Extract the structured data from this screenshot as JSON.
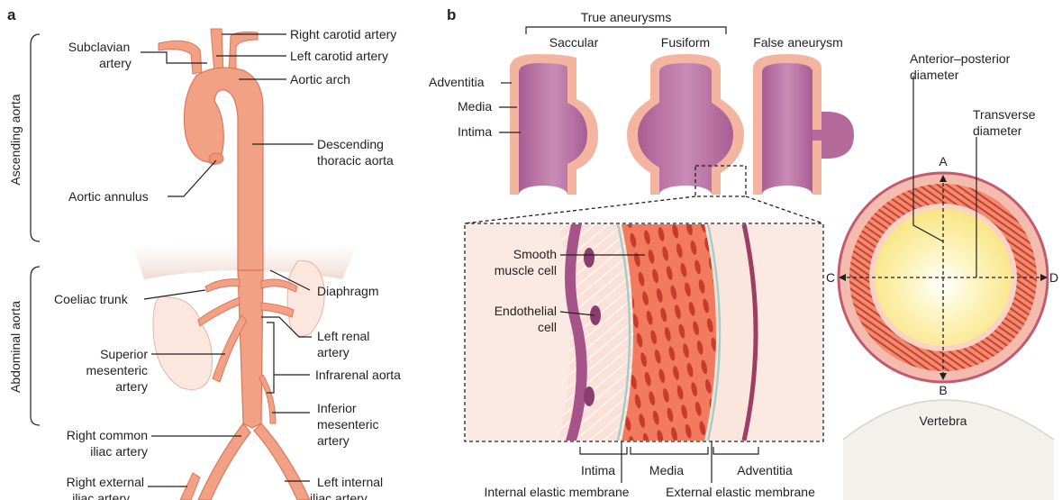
{
  "panel_a": {
    "letter": "a",
    "labels": {
      "ascending_aorta": "Ascending aorta",
      "abdominal_aorta": "Abdominal aorta",
      "subclavian_artery_l1": "Subclavian",
      "subclavian_artery_l2": "artery",
      "right_carotid_artery": "Right carotid artery",
      "left_carotid_artery": "Left carotid artery",
      "aortic_arch": "Aortic arch",
      "descending_thoracic_l1": "Descending",
      "descending_thoracic_l2": "thoracic aorta",
      "aortic_annulus": "Aortic annulus",
      "coeliac_trunk": "Coeliac trunk",
      "diaphragm": "Diaphragm",
      "left_renal_l1": "Left renal",
      "left_renal_l2": "artery",
      "superior_mesenteric_l1": "Superior",
      "superior_mesenteric_l2": "mesenteric",
      "superior_mesenteric_l3": "artery",
      "infrarenal_aorta": "Infrarenal aorta",
      "inferior_mesenteric_l1": "Inferior",
      "inferior_mesenteric_l2": "mesenteric",
      "inferior_mesenteric_l3": "artery",
      "right_common_iliac_l1": "Right common",
      "right_common_iliac_l2": "iliac artery",
      "right_external_iliac_l1": "Right external",
      "right_external_iliac_l2": "iliac artery",
      "left_internal_iliac_l1": "Left internal",
      "left_internal_iliac_l2": "iliac artery"
    }
  },
  "panel_b": {
    "letter": "b",
    "labels": {
      "true_aneurysms": "True aneurysms",
      "saccular": "Saccular",
      "fusiform": "Fusiform",
      "false_aneurysm": "False aneurysm",
      "adventitia": "Adventitia",
      "media": "Media",
      "intima": "Intima",
      "smooth_muscle_l1": "Smooth",
      "smooth_muscle_l2": "muscle cell",
      "endothelial_l1": "Endothelial",
      "endothelial_l2": "cell",
      "bottom_intima": "Intima",
      "bottom_media": "Media",
      "bottom_adventitia": "Adventitia",
      "internal_elastic_membrane": "Internal elastic membrane",
      "external_elastic_membrane": "External elastic membrane"
    }
  },
  "panel_c": {
    "labels": {
      "ap_diameter_l1": "Anterior–posterior",
      "ap_diameter_l2": "diameter",
      "transverse_l1": "Transverse",
      "transverse_l2": "diameter",
      "point_a": "A",
      "point_b": "B",
      "point_c": "C",
      "point_d": "D",
      "vertebra": "Vertebra"
    }
  },
  "colors": {
    "artery_fill": "#f2a184",
    "artery_edge": "#d9785d",
    "vessel_lumen": "#b56a9c",
    "vessel_wall": "#f3b4a0",
    "media_red": "#ee6a4f",
    "cross_section_yellow": "#fbeea1"
  }
}
